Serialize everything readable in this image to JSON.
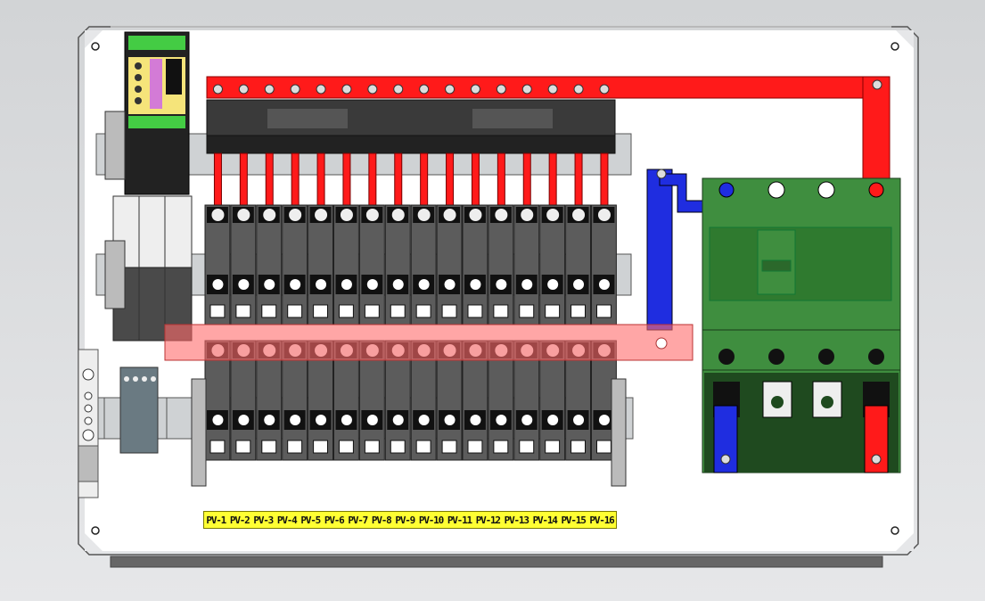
{
  "diagram": {
    "title": "",
    "string_labels": [
      "PV-1",
      "PV-2",
      "PV-3",
      "PV-4",
      "PV-5",
      "PV-6",
      "PV-7",
      "PV-8",
      "PV-9",
      "PV-10",
      "PV-11",
      "PV-12",
      "PV-13",
      "PV-14",
      "PV-15",
      "PV-16"
    ],
    "components": {
      "top_busbar": "positive busbar",
      "fuse_holders": "fuse holder row",
      "terminal_block_upper": "upper terminal block row",
      "terminal_block_lower": "lower terminal block row",
      "negative_busbar": "negative busbar",
      "circuit_breaker": "circuit breaker",
      "surge_protector": "surge protection device",
      "monitor_module": "string monitor module",
      "ground_bar": "ground terminal strip",
      "small_terminals": "auxiliary terminals"
    },
    "colors": {
      "positive": "#ff1a1a",
      "negative": "#1f2de0",
      "breaker": "#3f8e3f",
      "terminal": "#5c5c5c",
      "label_bg": "#ffff33",
      "plate": "#ffffff"
    }
  }
}
